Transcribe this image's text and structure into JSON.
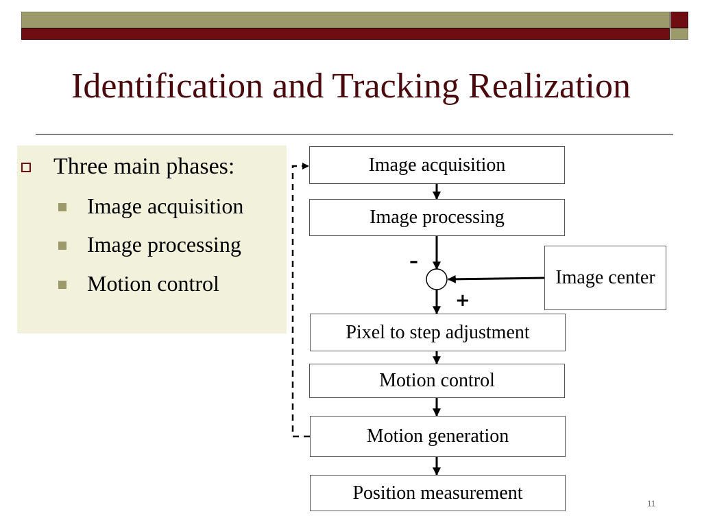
{
  "colors": {
    "olive": "#9c9a6a",
    "maroon": "#6e0d12",
    "title": "#4a0a0d",
    "panel": "#f2f1dc"
  },
  "slide": {
    "title": "Identification and Tracking Realization",
    "page_number": "11"
  },
  "bullets": {
    "heading": "Three main phases:",
    "items": [
      "Image acquisition",
      "Image processing",
      "Motion control"
    ]
  },
  "diagram": {
    "boxes": {
      "acquisition": "Image acquisition",
      "processing": "Image processing",
      "image_center": "Image center",
      "pixel_to_step": "Pixel to step adjustment",
      "motion_control": "Motion control",
      "motion_generation": "Motion generation",
      "position_measurement": "Position measurement"
    },
    "signs": {
      "minus": "–",
      "plus": "+"
    }
  }
}
